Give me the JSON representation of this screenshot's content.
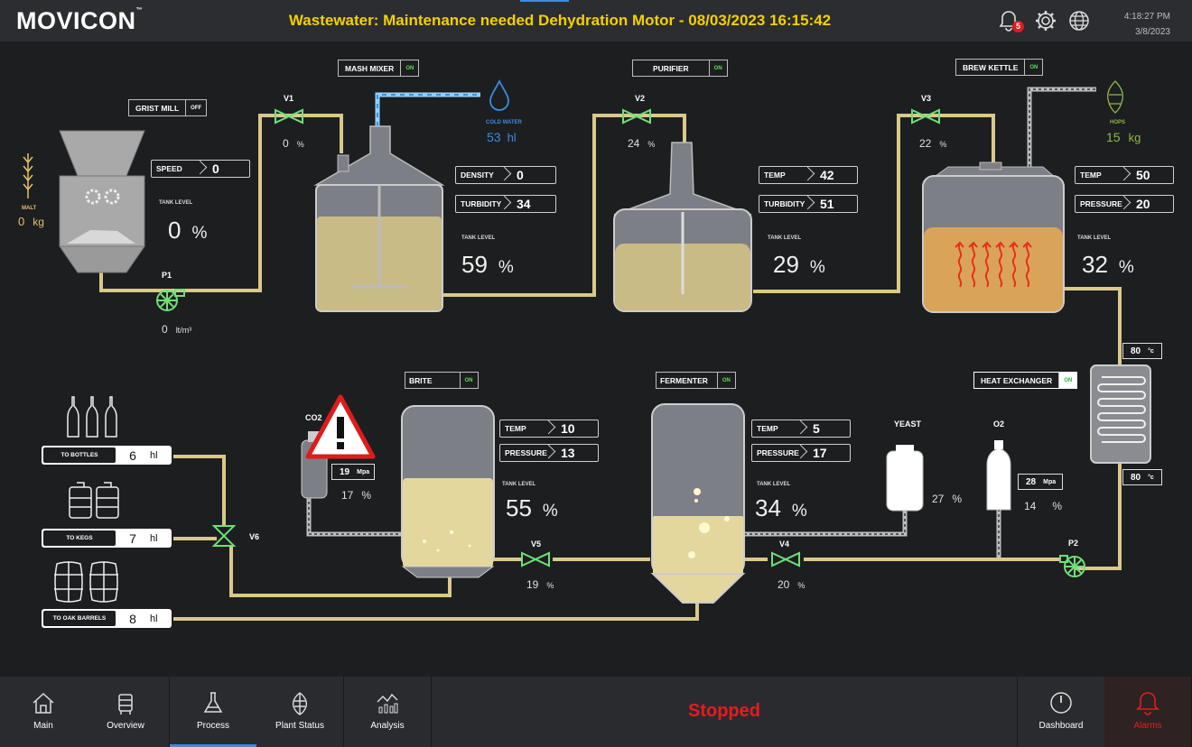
{
  "header": {
    "logo": "MOVICON",
    "logo_mark": "™",
    "alarm_message": "Wastewater: Maintenance needed Dehydration Motor - 08/03/2023 16:15:42",
    "alarm_count": "5",
    "time": "4:18:27 PM",
    "date": "3/8/2023"
  },
  "inputs": {
    "malt": {
      "label": "MALT",
      "value": "0",
      "unit": "kg"
    },
    "cold_water": {
      "label": "COLD WATER",
      "value": "53",
      "unit": "hl"
    },
    "hops": {
      "label": "HOPS",
      "value": "15",
      "unit": "kg"
    },
    "co2": {
      "label": "CO2",
      "pressure": "19",
      "pressure_unit": "Mpa",
      "level": "17",
      "level_unit": "%"
    },
    "yeast": {
      "label": "YEAST",
      "level": "27",
      "unit": "%"
    },
    "o2": {
      "label": "O2",
      "pressure": "28",
      "pressure_unit": "Mpa",
      "level": "14",
      "level_unit": "%"
    }
  },
  "units": {
    "grist_mill": {
      "name": "GRIST MILL",
      "state": "OFF",
      "speed_label": "SPEED",
      "speed": "0",
      "tank_level_label": "TANK LEVEL",
      "tank_level": "0",
      "unit": "%"
    },
    "mash_mixer": {
      "name": "MASH MIXER",
      "state": "ON",
      "density_label": "DENSITY",
      "density": "0",
      "turbidity_label": "TURBIDITY",
      "turbidity": "34",
      "tank_level_label": "TANK LEVEL",
      "tank_level": "59",
      "unit": "%"
    },
    "purifier": {
      "name": "PURIFIER",
      "state": "ON",
      "temp_label": "TEMP",
      "temp": "42",
      "turbidity_label": "TURBIDITY",
      "turbidity": "51",
      "tank_level_label": "TANK LEVEL",
      "tank_level": "29",
      "unit": "%"
    },
    "brew_kettle": {
      "name": "BREW KETTLE",
      "state": "ON",
      "temp_label": "TEMP",
      "temp": "50",
      "pressure_label": "PRESSURE",
      "pressure": "20",
      "tank_level_label": "TANK LEVEL",
      "tank_level": "32",
      "unit": "%"
    },
    "brite": {
      "name": "BRITE",
      "state": "ON",
      "temp_label": "TEMP",
      "temp": "10",
      "pressure_label": "PRESSURE",
      "pressure": "13",
      "tank_level_label": "TANK LEVEL",
      "tank_level": "55",
      "unit": "%"
    },
    "fermenter": {
      "name": "FERMENTER",
      "state": "ON",
      "temp_label": "TEMP",
      "temp": "5",
      "pressure_label": "PRESSURE",
      "pressure": "17",
      "tank_level_label": "TANK LEVEL",
      "tank_level": "34",
      "unit": "%"
    },
    "heat_exchanger": {
      "name": "HEAT EXCHANGER",
      "state": "ON",
      "temp_in": "80",
      "temp_out": "80",
      "temp_unit": "°c"
    }
  },
  "valves": {
    "v1": {
      "label": "V1",
      "value": "0",
      "unit": "%"
    },
    "v2": {
      "label": "V2",
      "value": "24",
      "unit": "%"
    },
    "v3": {
      "label": "V3",
      "value": "22",
      "unit": "%"
    },
    "v4": {
      "label": "V4",
      "value": "20",
      "unit": "%"
    },
    "v5": {
      "label": "V5",
      "value": "19",
      "unit": "%"
    },
    "v6": {
      "label": "V6"
    }
  },
  "pumps": {
    "p1": {
      "label": "P1",
      "value": "0",
      "unit": "lt/m³"
    },
    "p2": {
      "label": "P2"
    }
  },
  "outputs": {
    "bottles": {
      "label": "TO BOTTLES",
      "value": "6",
      "unit": "hl"
    },
    "kegs": {
      "label": "TO KEGS",
      "value": "7",
      "unit": "hl"
    },
    "barrels": {
      "label": "TO OAK BARRELS",
      "value": "8",
      "unit": "hl"
    }
  },
  "nav": {
    "items": [
      {
        "label": "Main",
        "icon": "home-icon"
      },
      {
        "label": "Overview",
        "icon": "tank-icon"
      },
      {
        "label": "Process",
        "icon": "flask-icon"
      },
      {
        "label": "Plant Status",
        "icon": "hops-icon"
      },
      {
        "label": "Analysis",
        "icon": "chart-icon"
      }
    ],
    "status": "Stopped",
    "dashboard_label": "Dashboard",
    "alarms_label": "Alarms"
  },
  "colors": {
    "pipe": "#d9c98a",
    "liquid": "#cfc08a",
    "accent": "#3c8ce0",
    "warning": "#f5d000",
    "alarm": "#e41d1d",
    "active_state": "#5fdc5f"
  }
}
